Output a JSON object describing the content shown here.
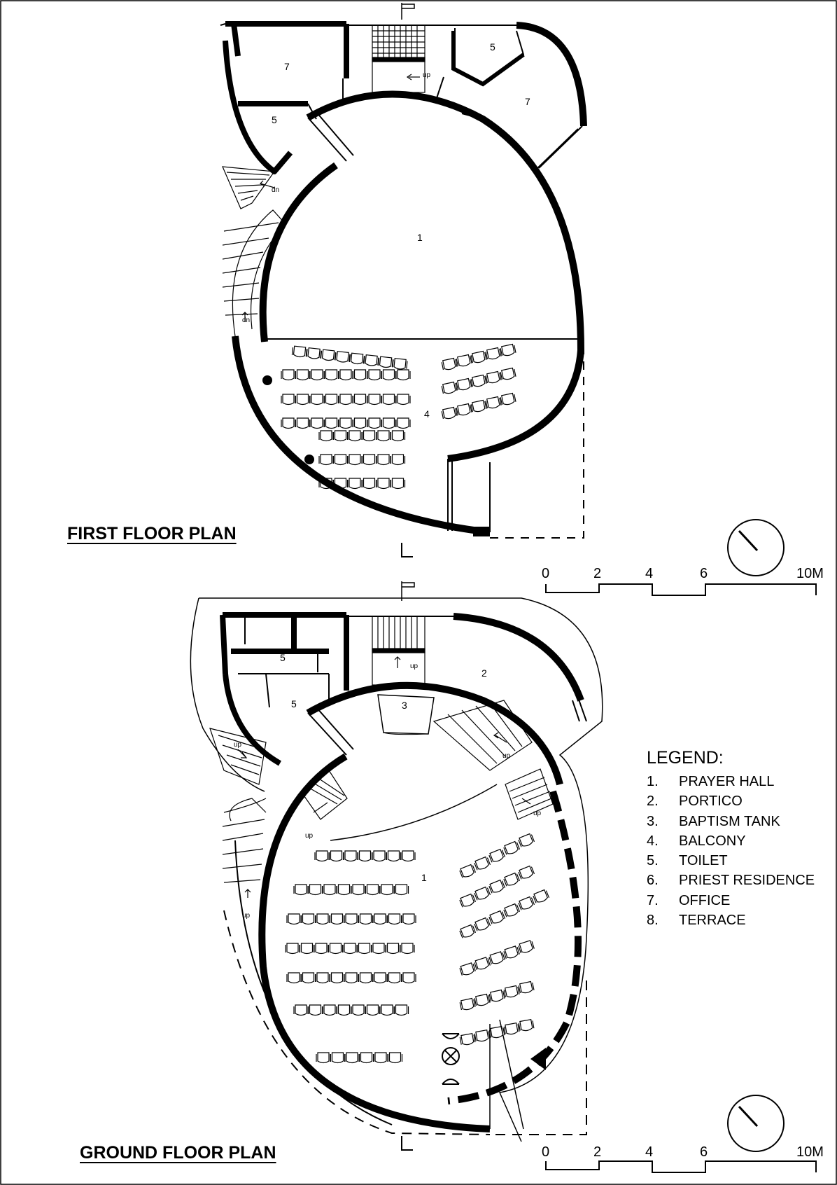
{
  "plans": {
    "first": {
      "title": "FIRST FLOOR PLAN",
      "room_numbers": {
        "office_left": "7",
        "toilet_upper_right": "5",
        "toilet_left": "5",
        "office_right": "7",
        "hall": "1",
        "balcony": "4"
      },
      "stair_labels": {
        "main_up": "up",
        "left_dn": "dn",
        "curved_dn": "dn"
      }
    },
    "ground": {
      "title": "GROUND FLOOR PLAN",
      "room_numbers": {
        "toilet_top": "5",
        "toilet_mid": "5",
        "portico": "2",
        "baptism_tank": "3",
        "hall": "1"
      },
      "stair_labels": {
        "main_up": "up",
        "left_up": "up",
        "right_up": "up",
        "baptism_up": "up",
        "inner_left_up": "up",
        "curved_up": "up"
      }
    }
  },
  "scale_bar": {
    "labels": [
      "0",
      "2",
      "4",
      "6",
      "10M"
    ]
  },
  "legend": {
    "title": "LEGEND:",
    "items": [
      {
        "num": "1.",
        "label": "PRAYER HALL"
      },
      {
        "num": "2.",
        "label": "PORTICO"
      },
      {
        "num": "3.",
        "label": "BAPTISM TANK"
      },
      {
        "num": "4.",
        "label": "BALCONY"
      },
      {
        "num": "5.",
        "label": "TOILET"
      },
      {
        "num": "6.",
        "label": "PRIEST RESIDENCE"
      },
      {
        "num": "7.",
        "label": "OFFICE"
      },
      {
        "num": "8.",
        "label": "TERRACE"
      }
    ]
  }
}
